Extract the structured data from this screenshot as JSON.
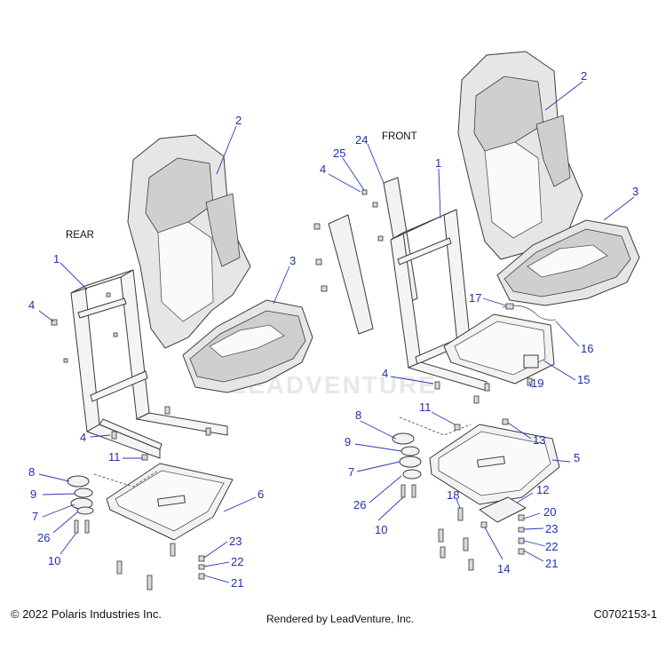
{
  "labels": {
    "rear": "REAR",
    "front": "FRONT"
  },
  "watermark": "LEADVENTURE",
  "footer": {
    "copyright": "© 2022 Polaris Industries Inc.",
    "rendered": "Rendered by LeadVenture, Inc.",
    "code": "C0702153-1"
  },
  "callouts": {
    "c1_rear": "1",
    "c2_rear": "2",
    "c3_rear": "3",
    "c4a_rear": "4",
    "c4b_rear": "4",
    "c6": "6",
    "c7_rear": "7",
    "c8_rear": "8",
    "c9_rear": "9",
    "c10_rear": "10",
    "c11_rear": "11",
    "c21_rear": "21",
    "c22_rear": "22",
    "c23_rear": "23",
    "c26_rear": "26",
    "c1_front": "1",
    "c2_front": "2",
    "c3_front": "3",
    "c4a_front": "4",
    "c4b_front": "4",
    "c5": "5",
    "c7_front": "7",
    "c8_front": "8",
    "c9_front": "9",
    "c10_front": "10",
    "c11_front": "11",
    "c12": "12",
    "c13": "13",
    "c14": "14",
    "c15": "15",
    "c16": "16",
    "c17": "17",
    "c18": "18",
    "c19": "19",
    "c20": "20",
    "c21_front": "21",
    "c22_front": "22",
    "c23_front": "23",
    "c24": "24",
    "c25": "25",
    "c26_front": "26"
  },
  "colors": {
    "callout": "#1f2fb0",
    "leader": "#2a3ab8"
  }
}
